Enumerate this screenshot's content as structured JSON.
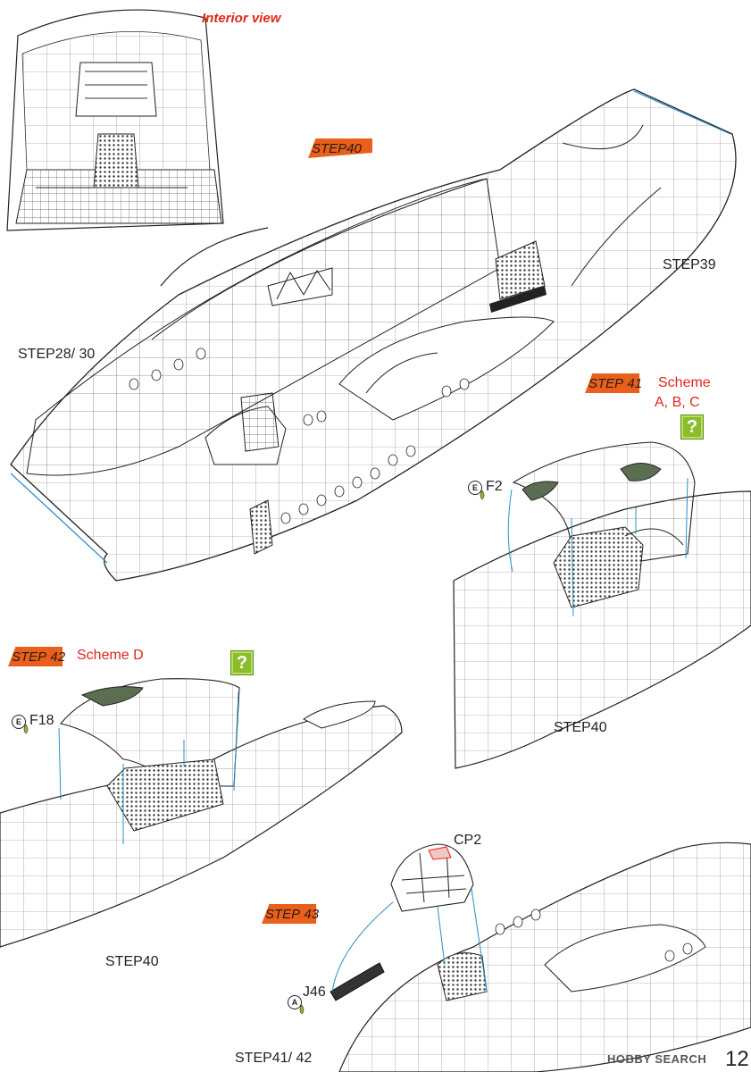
{
  "interior": {
    "title": "Interior view"
  },
  "steps": {
    "s40": "STEP40",
    "s41": "41",
    "s41_prefix": "STEP",
    "s42": "42",
    "s42_prefix": "STEP",
    "s43": "43",
    "s43_prefix": "STEP"
  },
  "labels": {
    "step39": "STEP39",
    "step28_30": "STEP28/ 30",
    "scheme": "Scheme",
    "scheme_abc": "A, B, C",
    "scheme_d": "Scheme D",
    "f2": "F2",
    "f18": "F18",
    "step40_a": "STEP40",
    "step40_b": "STEP40",
    "cp2": "CP2",
    "j46": "J46",
    "step41_42": "STEP41/ 42"
  },
  "badges": {
    "e1": "E",
    "e2": "E",
    "a1": "A"
  },
  "question": "?",
  "watermark": "HOBBY SEARCH",
  "page_number": "12",
  "colors": {
    "accent_red": "#e0261b",
    "step_orange": "#e8601c",
    "question_green": "#8bbd2a",
    "leader_blue": "#2a8fc8"
  }
}
